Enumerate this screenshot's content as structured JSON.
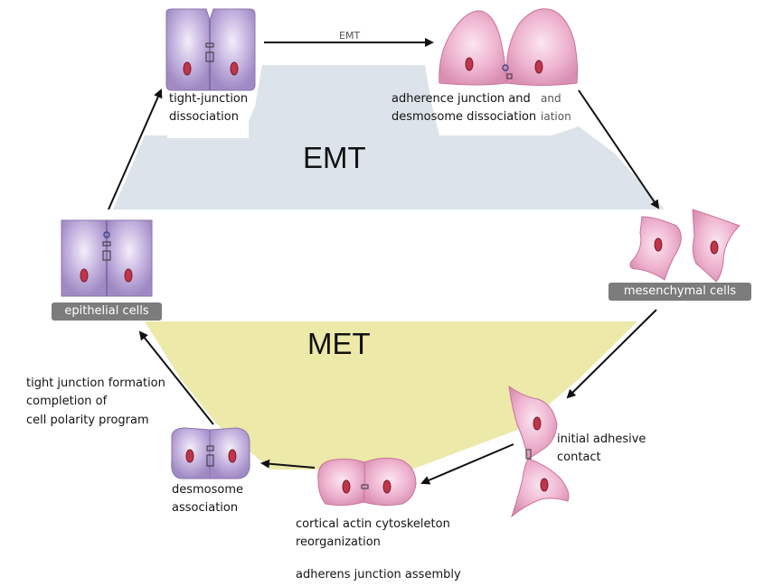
{
  "process_labels": {
    "emt": "EMT",
    "met": "MET"
  },
  "arrow_top_label": "EMT",
  "stages": {
    "tight_junction_dissociation": {
      "line1": "tight-junction",
      "line2": "dissociation"
    },
    "adherence_dissociation": {
      "line1": "adherence junction and",
      "line2": "desmosome dissociation",
      "ghost1": "and",
      "ghost2": "iation"
    },
    "mesenchymal": {
      "badge": "mesenchymal cells"
    },
    "initial_contact": {
      "line1": "initial adhesive",
      "line2": "contact"
    },
    "cortical_actin": {
      "line1": "cortical actin cytoskeleton",
      "line2": "reorganization",
      "line3": "adherens junction assembly"
    },
    "desmosome_association": {
      "line1": "desmosome",
      "line2": "association"
    },
    "tight_junction_formation": {
      "line1": "tight junction formation",
      "line2": "completion of",
      "line3": "cell polarity program"
    },
    "epithelial": {
      "badge": "epithelial cells"
    }
  },
  "colors": {
    "emt_region": "#dde3ea",
    "met_region": "#ece9a9",
    "epithelial_cell": "#b49fd2",
    "mesenchymal_cell": "#e9aac8",
    "nucleus": "#c0354a",
    "badge": "#7c7c7c"
  }
}
